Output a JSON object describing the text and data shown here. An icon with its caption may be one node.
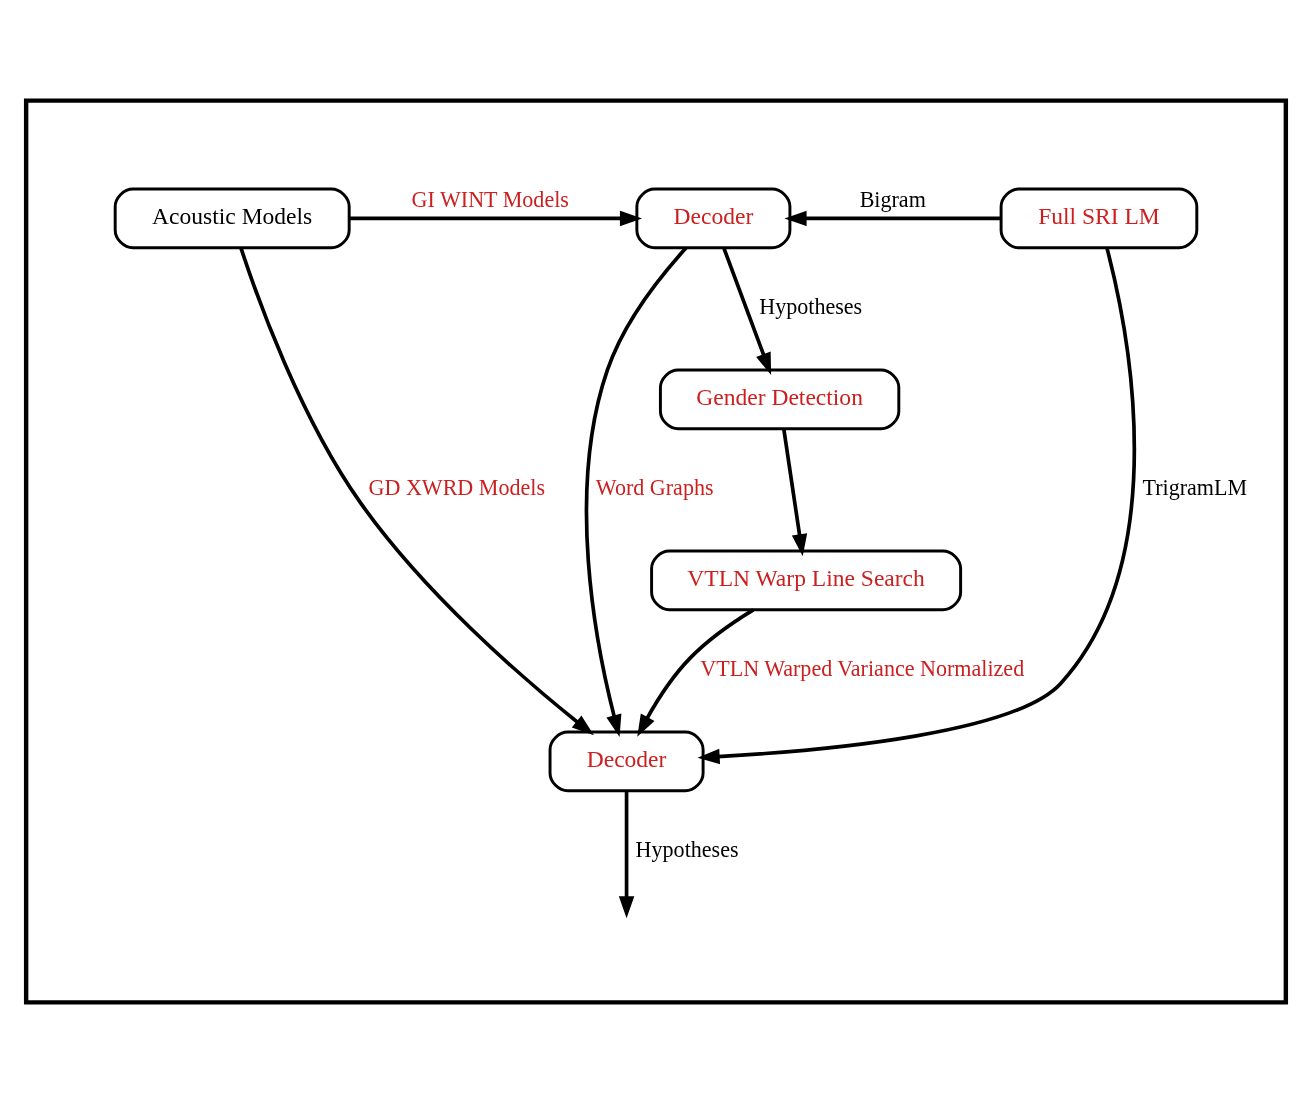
{
  "diagram": {
    "nodes": [
      {
        "text": [],
        "shape": "box"
      },
      {
        "text": [
          "Acoustic Models"
        ],
        "in": 0
      },
      {
        "text": [
          "Decoder"
        ],
        "in": 0
      },
      {
        "text": [
          "Full SRI LM"
        ],
        "in": 0
      },
      {
        "text": [
          "Gender Detection"
        ],
        "in": 0
      },
      {
        "text": [
          "VTLN Warp Line Search"
        ],
        "in": 0
      },
      {
        "text": [
          "Decoder"
        ],
        "in": 0
      }
    ],
    "edges": [
      {
        "from": 1,
        "to": 2,
        "arrow": "to",
        "label": "GI WINT Models"
      },
      {
        "from": 3,
        "to": 2,
        "arrow": "to",
        "label": "Bigram"
      },
      {
        "from": 2,
        "to": 4,
        "arrow": "to",
        "label": "Hypotheses"
      },
      {
        "from": 4,
        "to": 5,
        "arrow": "to"
      },
      {
        "from": 5,
        "to": 6,
        "arrow": "to",
        "label": "VTLN Warped Variance Normalized"
      },
      {
        "from": 2,
        "to": 6,
        "arrow": "to",
        "label": "Word Graphs"
      },
      {
        "from": 1,
        "to": 6,
        "arrow": "to",
        "label": "GD XWRD Models"
      },
      {
        "from": 3,
        "to": 6,
        "arrow": "to",
        "label": "TrigramLM"
      },
      {
        "from": 6,
        "to": null,
        "arrow": "to",
        "label": "Hypotheses"
      }
    ]
  }
}
